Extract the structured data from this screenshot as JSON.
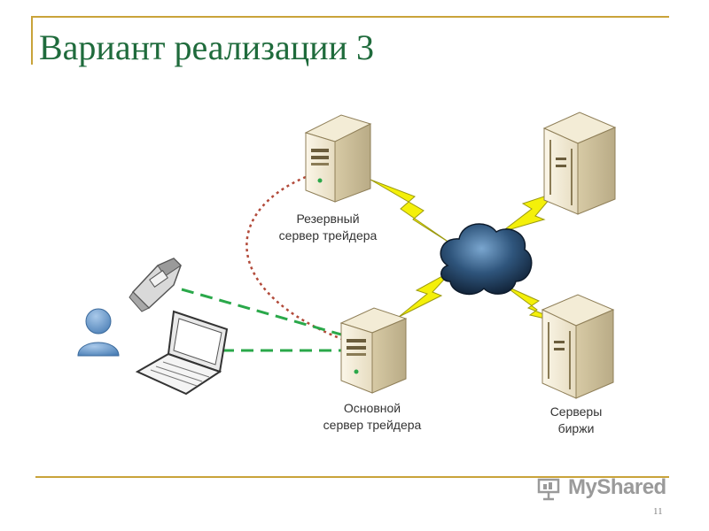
{
  "slide": {
    "title": "Вариант реализации 3",
    "page_number": "11",
    "watermark": "MyShared"
  },
  "diagram": {
    "nodes": {
      "backup_server": {
        "label": "Резервный\nсервер трейдера",
        "icon": "server-tower-icon"
      },
      "main_server": {
        "label": "Основной\nсервер трейдера",
        "icon": "server-tower-icon"
      },
      "exchange_servers": {
        "label": "Серверы\nбиржи",
        "icon": "server-rack-icon"
      },
      "internet": {
        "icon": "cloud-icon"
      },
      "user": {
        "icon": "user-icon"
      },
      "phone": {
        "icon": "mobile-phone-icon"
      },
      "laptop": {
        "icon": "laptop-icon"
      }
    },
    "colors": {
      "title": "#1f6b3c",
      "rule": "#c9a33a",
      "lightning": "#f4f00a",
      "dashed_green": "#2aa84a",
      "dotted_red": "#b24a3a",
      "cloud": "#24415f"
    }
  }
}
